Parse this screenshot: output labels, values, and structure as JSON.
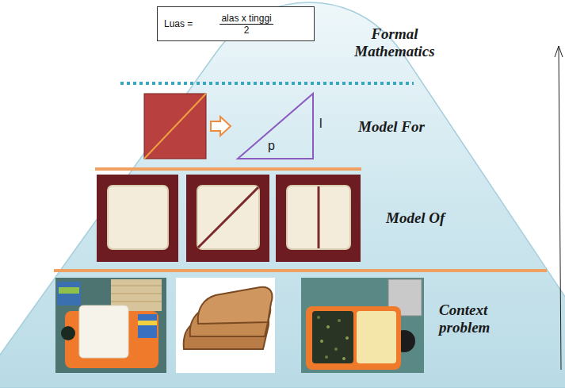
{
  "diagram": {
    "nodes": [
      {
        "text": [
          "Luas =",
          "alas x tinggi",
          "2"
        ]
      }
    ],
    "labels": [
      "Formal Mathematics",
      "Model For",
      "p",
      "l",
      "Model Of",
      "Context problem"
    ]
  }
}
